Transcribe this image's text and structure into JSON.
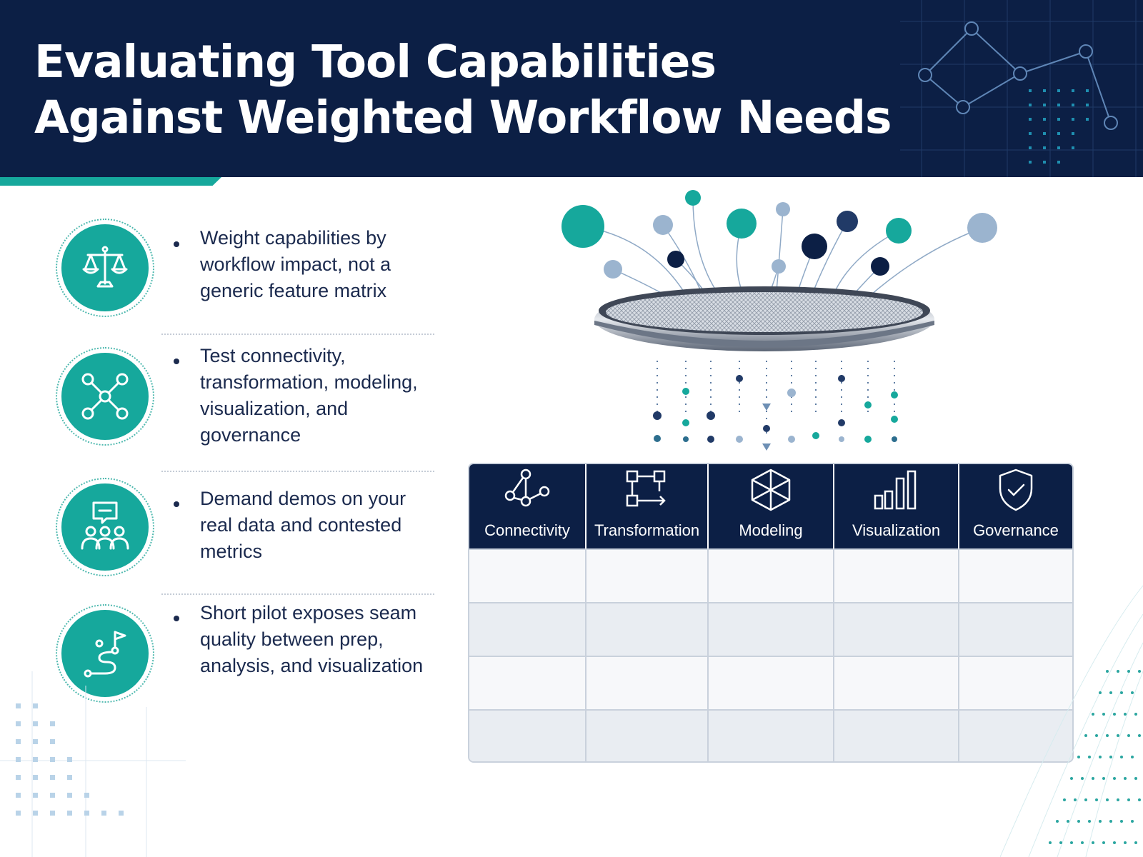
{
  "header": {
    "title_line1": "Evaluating Tool Capabilities",
    "title_line2": "Against Weighted Workflow Needs"
  },
  "bullets": [
    {
      "icon": "balance-scale-icon",
      "text": "Weight capabilities by workflow impact, not a generic feature matrix"
    },
    {
      "icon": "network-nodes-icon",
      "text": "Test connectivity, transformation, modeling, visualization, and governance"
    },
    {
      "icon": "team-chat-icon",
      "text": "Demand demos on your real data and contested metrics"
    },
    {
      "icon": "winding-path-flag-icon",
      "text": "Short pilot exposes seam quality between prep, analysis, and visualization"
    }
  ],
  "matrix": {
    "columns": [
      {
        "label": "Connectivity",
        "icon": "connectivity-icon"
      },
      {
        "label": "Transformation",
        "icon": "transformation-icon"
      },
      {
        "label": "Modeling",
        "icon": "modeling-cube-icon"
      },
      {
        "label": "Visualization",
        "icon": "bar-chart-icon"
      },
      {
        "label": "Governance",
        "icon": "shield-check-icon"
      }
    ],
    "empty_rows": 4
  },
  "colors": {
    "navy": "#0c1f45",
    "teal": "#16a89c",
    "light_blue": "#9bb4cf",
    "text": "#1b2a4e"
  }
}
